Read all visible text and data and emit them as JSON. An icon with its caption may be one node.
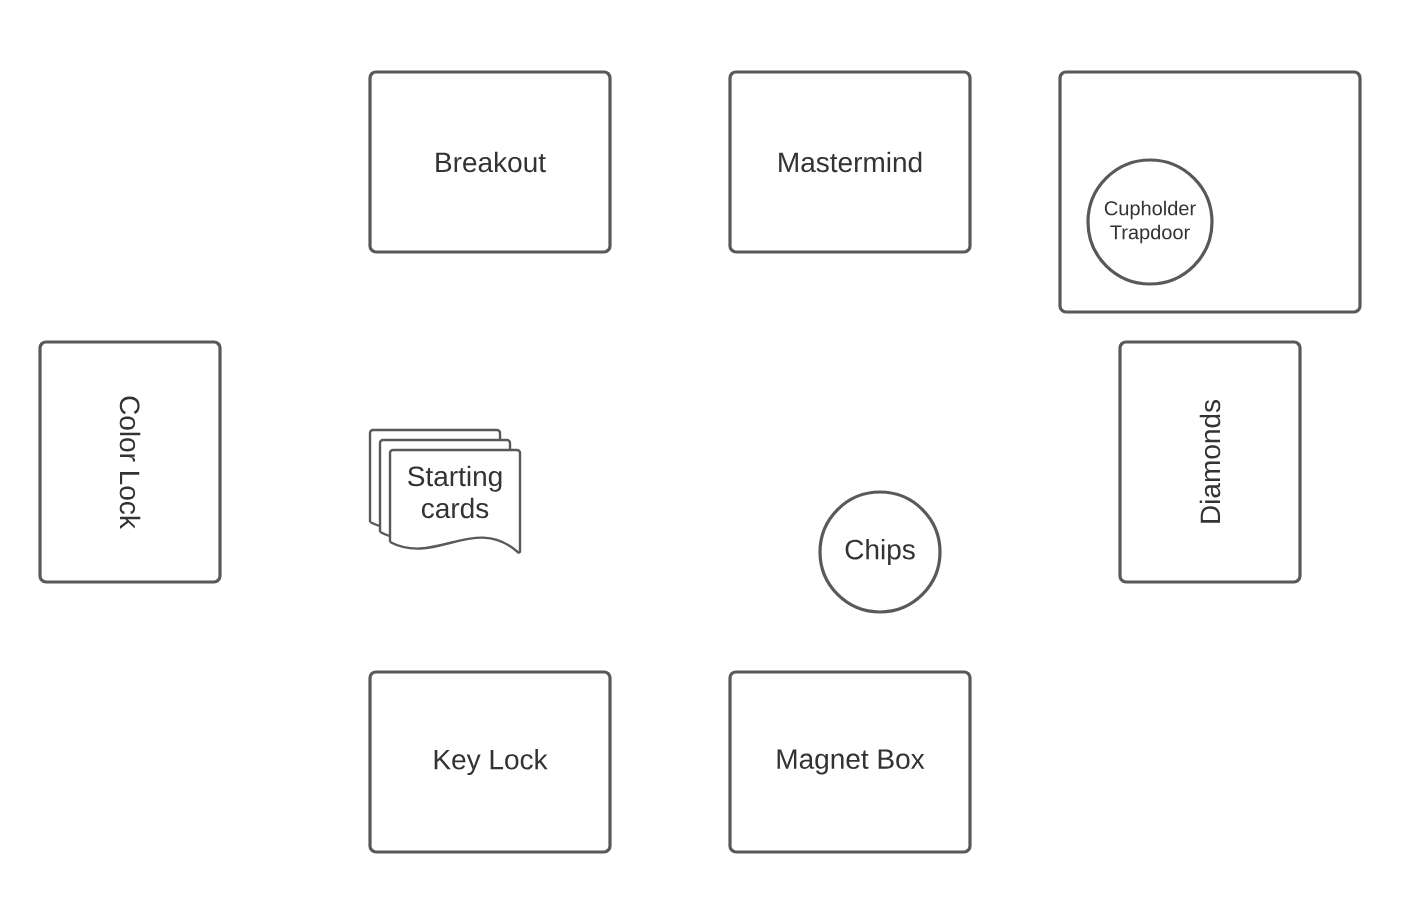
{
  "diagram": {
    "nodes": [
      {
        "text": [
          "Breakout"
        ]
      },
      {
        "text": [
          "Mastermind"
        ]
      },
      {
        "text": [],
        "shape": "box"
      },
      {
        "text": [
          "Cupholder Trapdoor"
        ],
        "in": 2
      },
      {
        "text": [
          "Color Lock"
        ]
      },
      {
        "text": [
          "Starting cards"
        ]
      },
      {
        "text": [
          "Diamonds"
        ]
      },
      {
        "text": [
          "Chips"
        ]
      },
      {
        "text": [
          "Key Lock"
        ]
      },
      {
        "text": [
          "Magnet Box"
        ]
      }
    ]
  }
}
